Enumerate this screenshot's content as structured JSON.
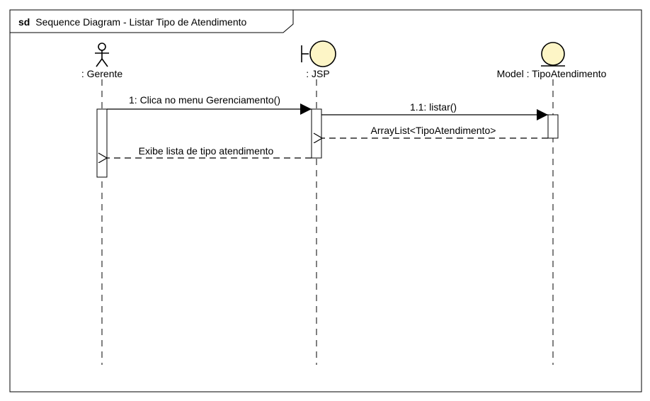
{
  "frame": {
    "keyword": "sd",
    "title": "Sequence Diagram - Listar Tipo de Atendimento"
  },
  "participants": [
    {
      "id": "gerente",
      "label": ": Gerente",
      "kind": "actor",
      "icon": "actor-icon"
    },
    {
      "id": "jsp",
      "label": ": JSP",
      "kind": "boundary",
      "icon": "boundary-icon"
    },
    {
      "id": "model",
      "label": "Model : TipoAtendimento",
      "kind": "entity",
      "icon": "entity-icon"
    }
  ],
  "messages": [
    {
      "id": "msg1",
      "label": "1: Clica no menu Gerenciamento()",
      "from": "gerente",
      "to": "jsp",
      "type": "sync"
    },
    {
      "id": "msg2",
      "label": "1.1: listar()",
      "from": "jsp",
      "to": "model",
      "type": "sync"
    },
    {
      "id": "msg3",
      "label": "ArrayList<TipoAtendimento>",
      "from": "model",
      "to": "jsp",
      "type": "return"
    },
    {
      "id": "msg4",
      "label": "Exibe lista de tipo atendimento",
      "from": "jsp",
      "to": "gerente",
      "type": "return"
    }
  ],
  "colors": {
    "participant_fill": "#fdf5c6",
    "stroke": "#000000",
    "activation_fill": "#ffffff"
  }
}
